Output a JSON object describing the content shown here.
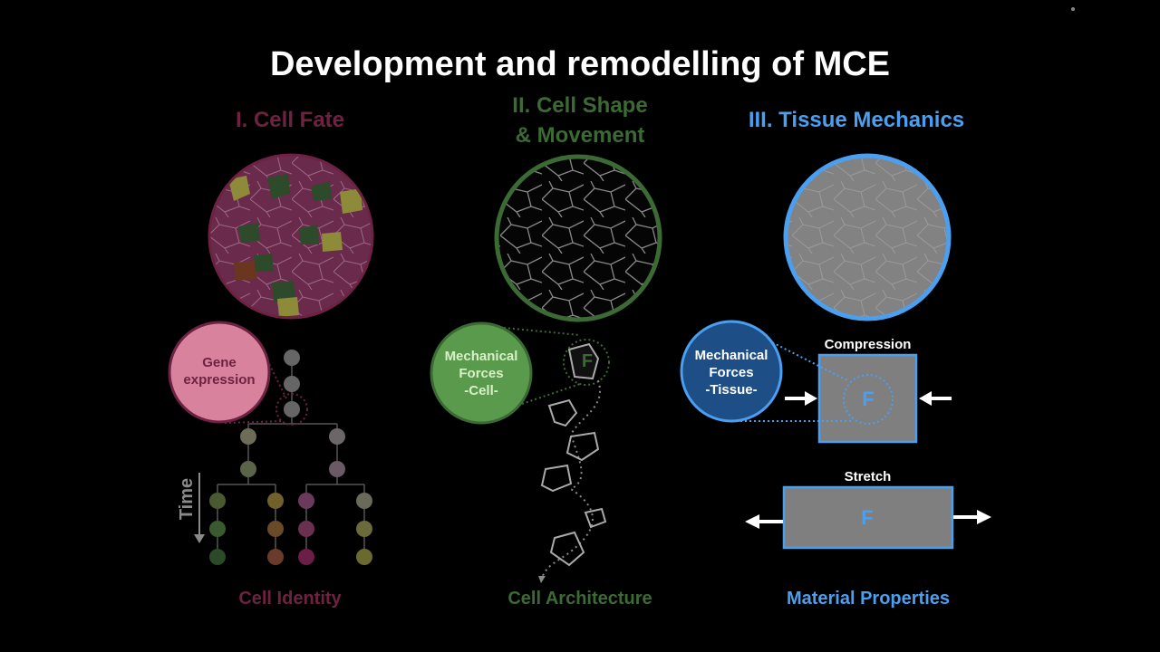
{
  "title": "Development and remodelling of MCE",
  "columns": [
    {
      "heading": "I. Cell Fate",
      "bubble": "Gene expression",
      "footer": "Cell Identity",
      "color": "#6e2242"
    },
    {
      "heading": "II. Cell Shape & Movement",
      "bubble": "Mechanical Forces -Cell-",
      "footer": "Cell Architecture",
      "color": "#3c6a34"
    },
    {
      "heading": "III. Tissue Mechanics",
      "bubble": "Mechanical Forces -Tissue-",
      "footer": "Material Properties",
      "color": "#4b9ff0"
    }
  ],
  "col1": {
    "bubble_line1": "Gene",
    "bubble_line2": "expression",
    "time_label": "Time"
  },
  "col2": {
    "heading_line1": "II. Cell Shape",
    "heading_line2": "& Movement",
    "bubble_line1": "Mechanical",
    "bubble_line2": "Forces",
    "bubble_line3": "-Cell-",
    "force_label": "F"
  },
  "col3": {
    "bubble_line1": "Mechanical",
    "bubble_line2": "Forces",
    "bubble_line3": "-Tissue-",
    "compression_label": "Compression",
    "stretch_label": "Stretch",
    "force_label": "F"
  }
}
